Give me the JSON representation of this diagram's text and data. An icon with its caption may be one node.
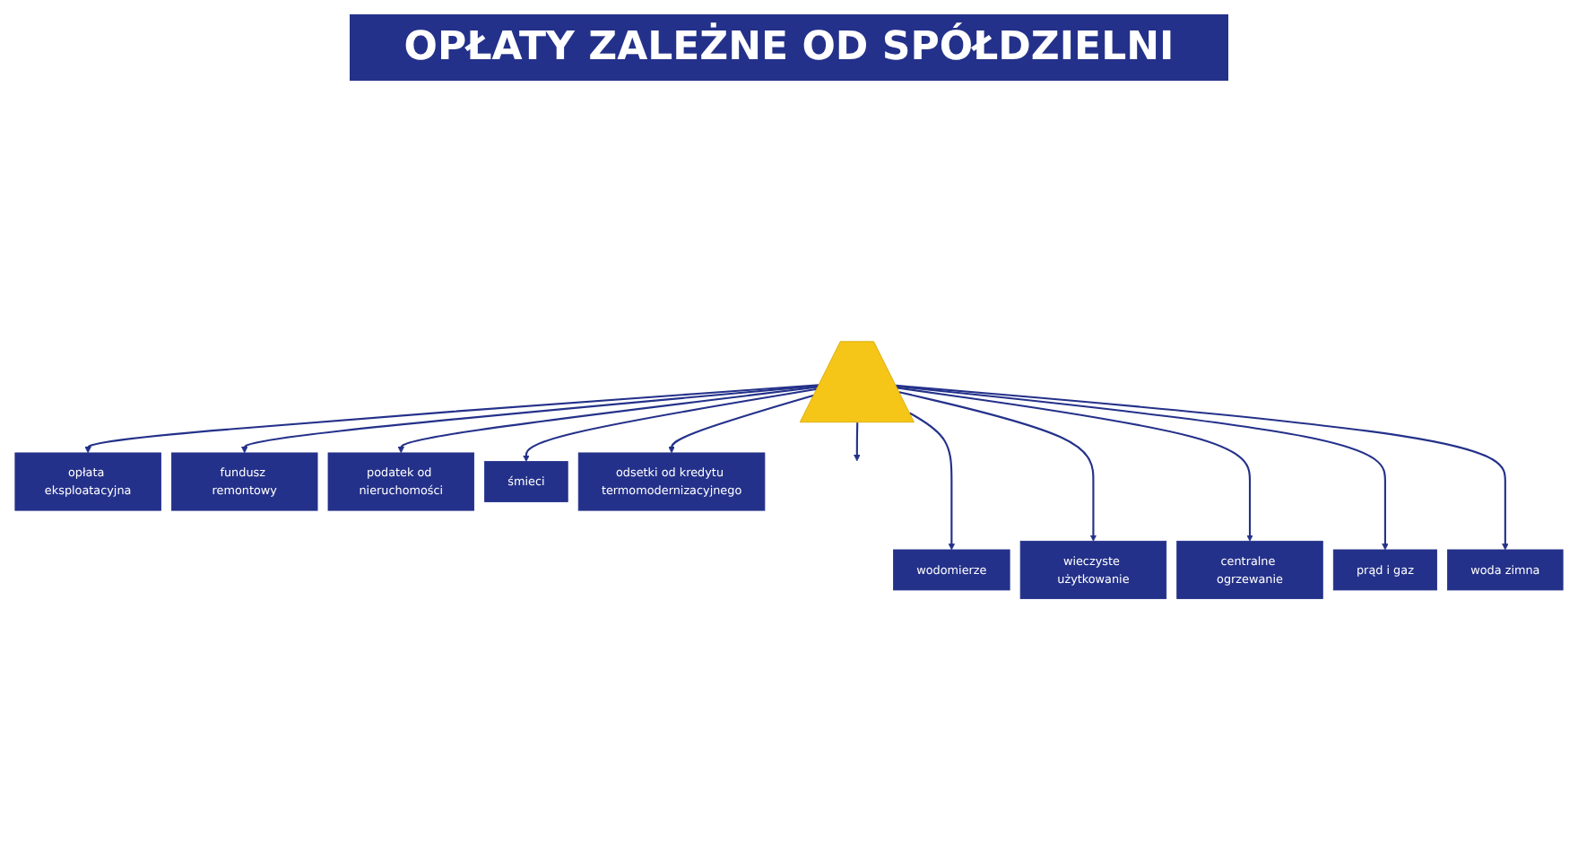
{
  "diagram": {
    "title": "OPŁATY ZALEŻNE OD SPÓŁDZIELNI",
    "nodes": [
      {
        "text": [],
        "shape": "picture"
      },
      {
        "text": [
          "opłata eksploatacyjna"
        ]
      },
      {
        "text": [
          "wodomierze"
        ]
      },
      {
        "text": [
          "fundusz remontowy"
        ]
      },
      {
        "text": [
          "wieczyste użytkowanie"
        ]
      },
      {
        "text": [
          "podatek od nieruchomości"
        ]
      },
      {
        "text": [
          "centralne ogrzewanie"
        ]
      },
      {
        "text": [
          "śmieci"
        ]
      },
      {
        "text": [
          "prąd i gaz"
        ]
      },
      {
        "text": [
          "odsetki od kredytu termomodernizacyjnego"
        ]
      },
      {
        "text": [
          "woda zimna"
        ]
      }
    ],
    "edges": [
      {
        "from": 0,
        "to": 1,
        "arrow": "to"
      },
      {
        "from": 0,
        "to": 2,
        "arrow": "to"
      },
      {
        "from": 0,
        "to": 3,
        "arrow": "to"
      },
      {
        "from": 0,
        "to": 4,
        "arrow": "to"
      },
      {
        "from": 0,
        "to": 5,
        "arrow": "to"
      },
      {
        "from": 0,
        "to": 6,
        "arrow": "to"
      },
      {
        "from": 0,
        "to": 7,
        "arrow": "to"
      },
      {
        "from": 0,
        "to": 8,
        "arrow": "to"
      },
      {
        "from": 0,
        "to": 9,
        "arrow": "to"
      },
      {
        "from": 0,
        "to": null,
        "arrow": "to"
      },
      {
        "from": 0,
        "to": 10,
        "arrow": "to"
      }
    ]
  }
}
